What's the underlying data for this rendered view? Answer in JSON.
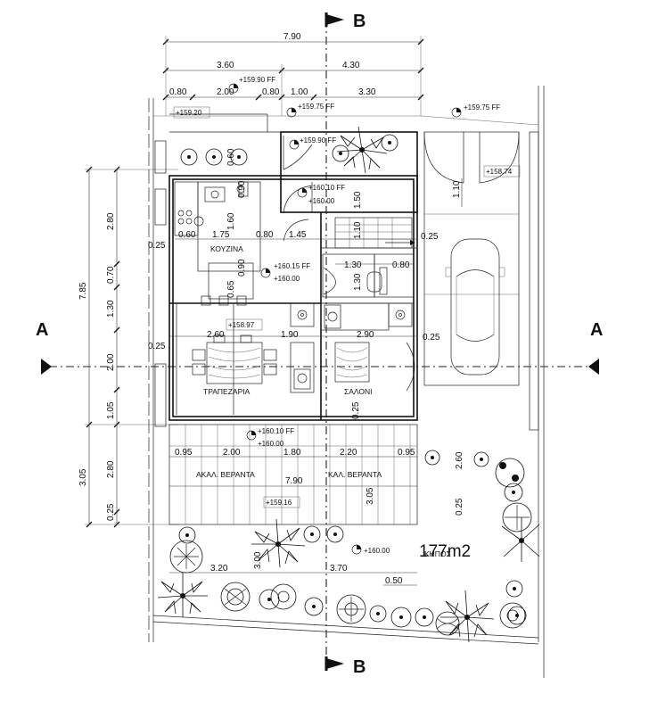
{
  "sections": {
    "a_left": "A",
    "a_right": "A",
    "b_top": "B",
    "b_bottom": "B"
  },
  "dims_top": {
    "overall": "7.90",
    "left": "3.60",
    "right": "4.30",
    "d1": "0.80",
    "d2": "2.00",
    "d3": "0.80",
    "d4": "1.00",
    "d5": "3.30"
  },
  "dims_left": {
    "overall_upper": "7.85",
    "overall_lower": "3.05",
    "l1": "2.80",
    "l2": "0.70",
    "l3": "1.30",
    "l4": "2.00",
    "l5": "1.05",
    "l6": "2.80",
    "l7": "0.25"
  },
  "levels": {
    "ff_1": "+159.90 FF",
    "ff_2": "+159.75 FF",
    "ff_3": "+159.75 FF",
    "lv_159_20": "+159.20",
    "ff_4": "+159.90 FF",
    "lv_158_74": "+158.74",
    "ff_5": "+160.10 FF",
    "lv_160_00_a": "+160.00",
    "ff_6": "+160.15 FF",
    "lv_160_00_b": "+160.00",
    "lv_158_97": "+158.97",
    "ff_7": "+160.10 FF",
    "lv_160_00_c": "+160.00",
    "lv_159_16": "+159.16",
    "lv_160_00_d": "+160.00"
  },
  "interior_dims": {
    "k_1_75": "1.75",
    "k_0_60": "0.60",
    "k_0_80": "0.80",
    "k_1_45": "1.45",
    "k_0_25_a": "0.25",
    "k_0_60v": "0.60",
    "k_0_90v": "0.90",
    "k_0_65v": "0.65",
    "k_1_60v": "1.60",
    "k_1_50v": "1.50",
    "k_0_90b": "0.90",
    "s_1_30": "1.30",
    "s_0_80": "0.80",
    "s_1_30v": "1.30",
    "s_1_10v": "1.10",
    "s_0_25": "0.25",
    "r_2_60": "2.60",
    "r_1_90": "1.90",
    "r_2_90": "2.90",
    "r_0_25": "0.25",
    "r_0_25b": "0.25",
    "r_0_25v": "0.25",
    "g_1_10": "1.10"
  },
  "rooms": {
    "kitchen": "ΚΟΥΖΙΝΑ",
    "dining": "ΤΡΑΠΕΖΑΡΙΑ",
    "living": "ΣΑΛΟΝΙ",
    "veranda_left": "ΑΚΑΛ. ΒΕΡΑΝΤΑ",
    "veranda_right": "ΚΑΛ. ΒΕΡΑΝΤΑ",
    "garden": "ΚΗΠΟΣ"
  },
  "veranda_dims": {
    "v1": "0.95",
    "v2": "2.00",
    "v3": "1.80",
    "v4": "2.20",
    "v5": "0.95",
    "v_overall": "7.90",
    "v_h1": "3.05",
    "v_h2": "2.60",
    "v_h3": "0.25"
  },
  "garden_dims": {
    "g1": "3.20",
    "g2": "3.00",
    "g3": "3.70",
    "g4": "0.50"
  },
  "area": "177m2"
}
